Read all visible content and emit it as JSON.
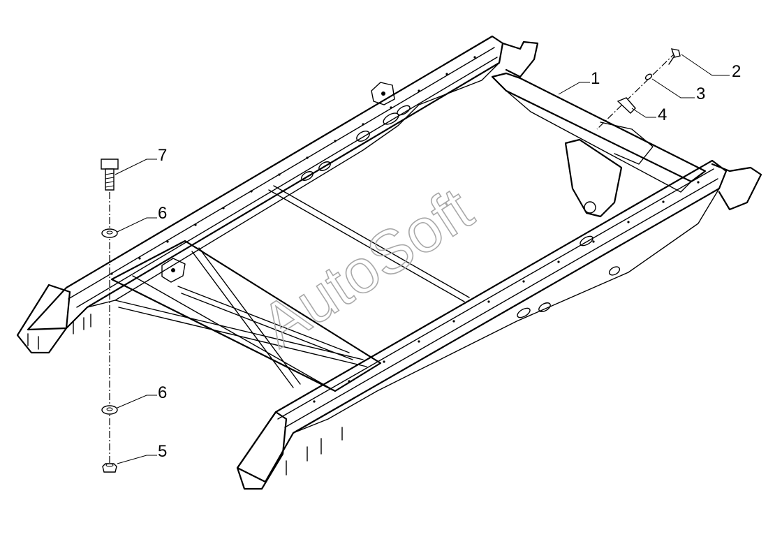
{
  "diagram": {
    "watermark": "AutoSoft",
    "callouts": [
      {
        "id": "callout-1",
        "label": "1"
      },
      {
        "id": "callout-2",
        "label": "2"
      },
      {
        "id": "callout-3",
        "label": "3"
      },
      {
        "id": "callout-4",
        "label": "4"
      },
      {
        "id": "callout-5",
        "label": "5"
      },
      {
        "id": "callout-6a",
        "label": "6"
      },
      {
        "id": "callout-6b",
        "label": "6"
      },
      {
        "id": "callout-7",
        "label": "7"
      }
    ]
  }
}
